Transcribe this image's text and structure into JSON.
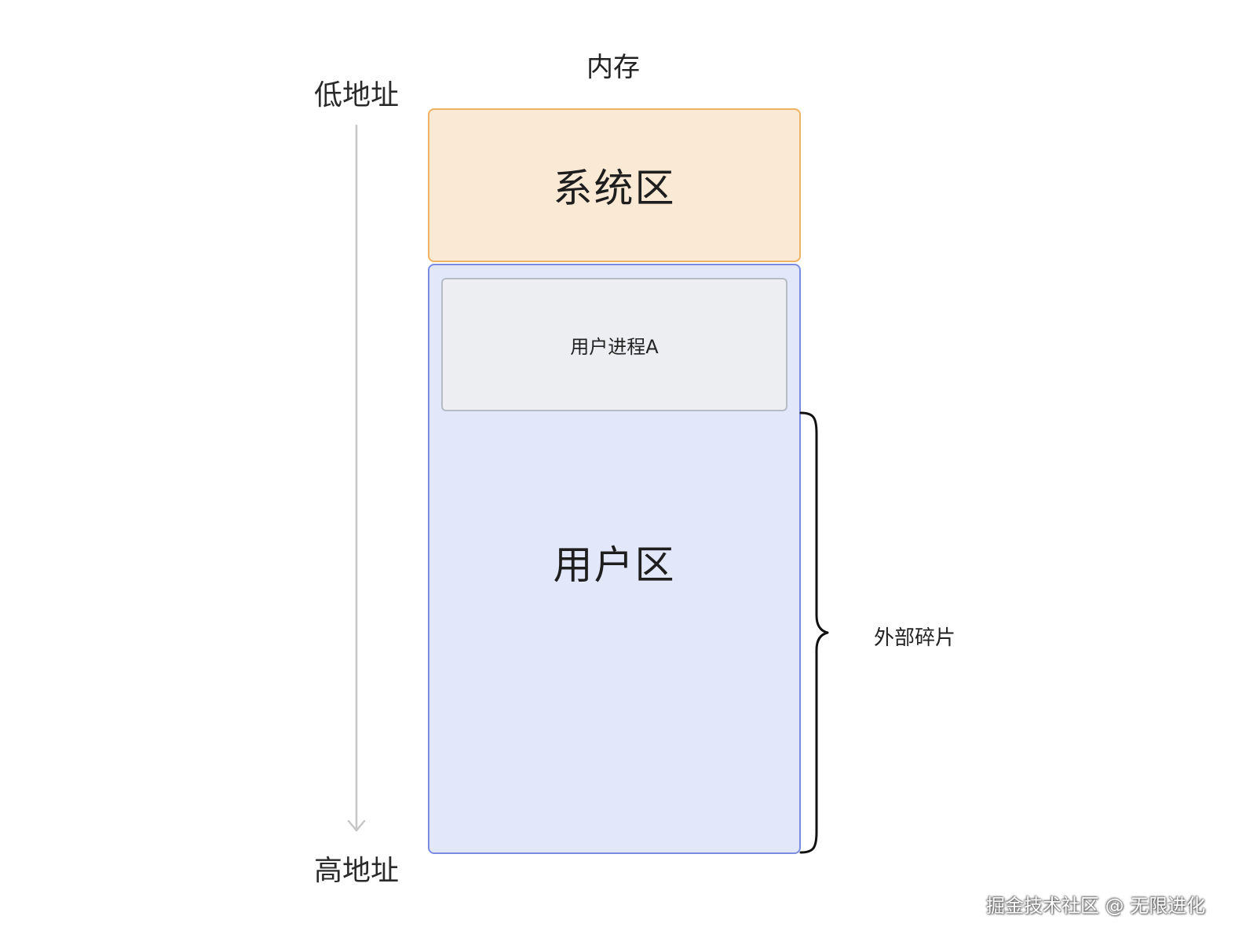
{
  "diagram": {
    "title": "内存",
    "low_address": "低地址",
    "high_address": "高地址",
    "system_area": "系统区",
    "user_area": "用户区",
    "process_a": "用户进程A",
    "external_fragment": "外部碎片"
  },
  "colors": {
    "system_fill": "#fae9d4",
    "system_border": "#eeb263",
    "user_fill": "#e3e7fa",
    "user_border": "#7b8ce0",
    "process_fill": "#eceef1",
    "process_border": "#b6bcc6",
    "axis": "#c6c6c6"
  },
  "watermark": "掘金技术社区 @ 无限进化"
}
